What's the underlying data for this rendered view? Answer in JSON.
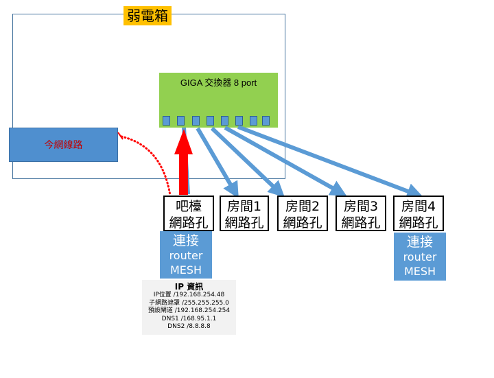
{
  "cabinet": {
    "title": "弱電箱"
  },
  "switch": {
    "label": "GIGA 交換器  8 port",
    "port_count": 8
  },
  "incoming_line": {
    "label": "今網線路"
  },
  "rooms": [
    {
      "line1": "吧檯",
      "line2": "網路孔"
    },
    {
      "line1": "房間1",
      "line2": "網路孔"
    },
    {
      "line1": "房間2",
      "line2": "網路孔"
    },
    {
      "line1": "房間3",
      "line2": "網路孔"
    },
    {
      "line1": "房間4",
      "line2": "網路孔"
    }
  ],
  "routers": [
    {
      "line1": "連接",
      "line2": "router",
      "line3": "MESH"
    },
    {
      "line1": "連接",
      "line2": "router",
      "line3": "MESH"
    }
  ],
  "ip_info": {
    "title": "IP 資訊",
    "ip": "IP位置   /192.168.254.48",
    "subnet": "子網路遮罩   /255.255.255.0",
    "gateway": "預設閘道   /192.168.254.254",
    "dns1": "DNS1   /168.95.1.1",
    "dns2": "DNS2   /8.8.8.8"
  },
  "colors": {
    "switch": "#92d050",
    "port": "#5b9bd5",
    "arrow_blue": "#5b9bd5",
    "arrow_red": "#ff0000",
    "label_bg": "#ffc000"
  }
}
